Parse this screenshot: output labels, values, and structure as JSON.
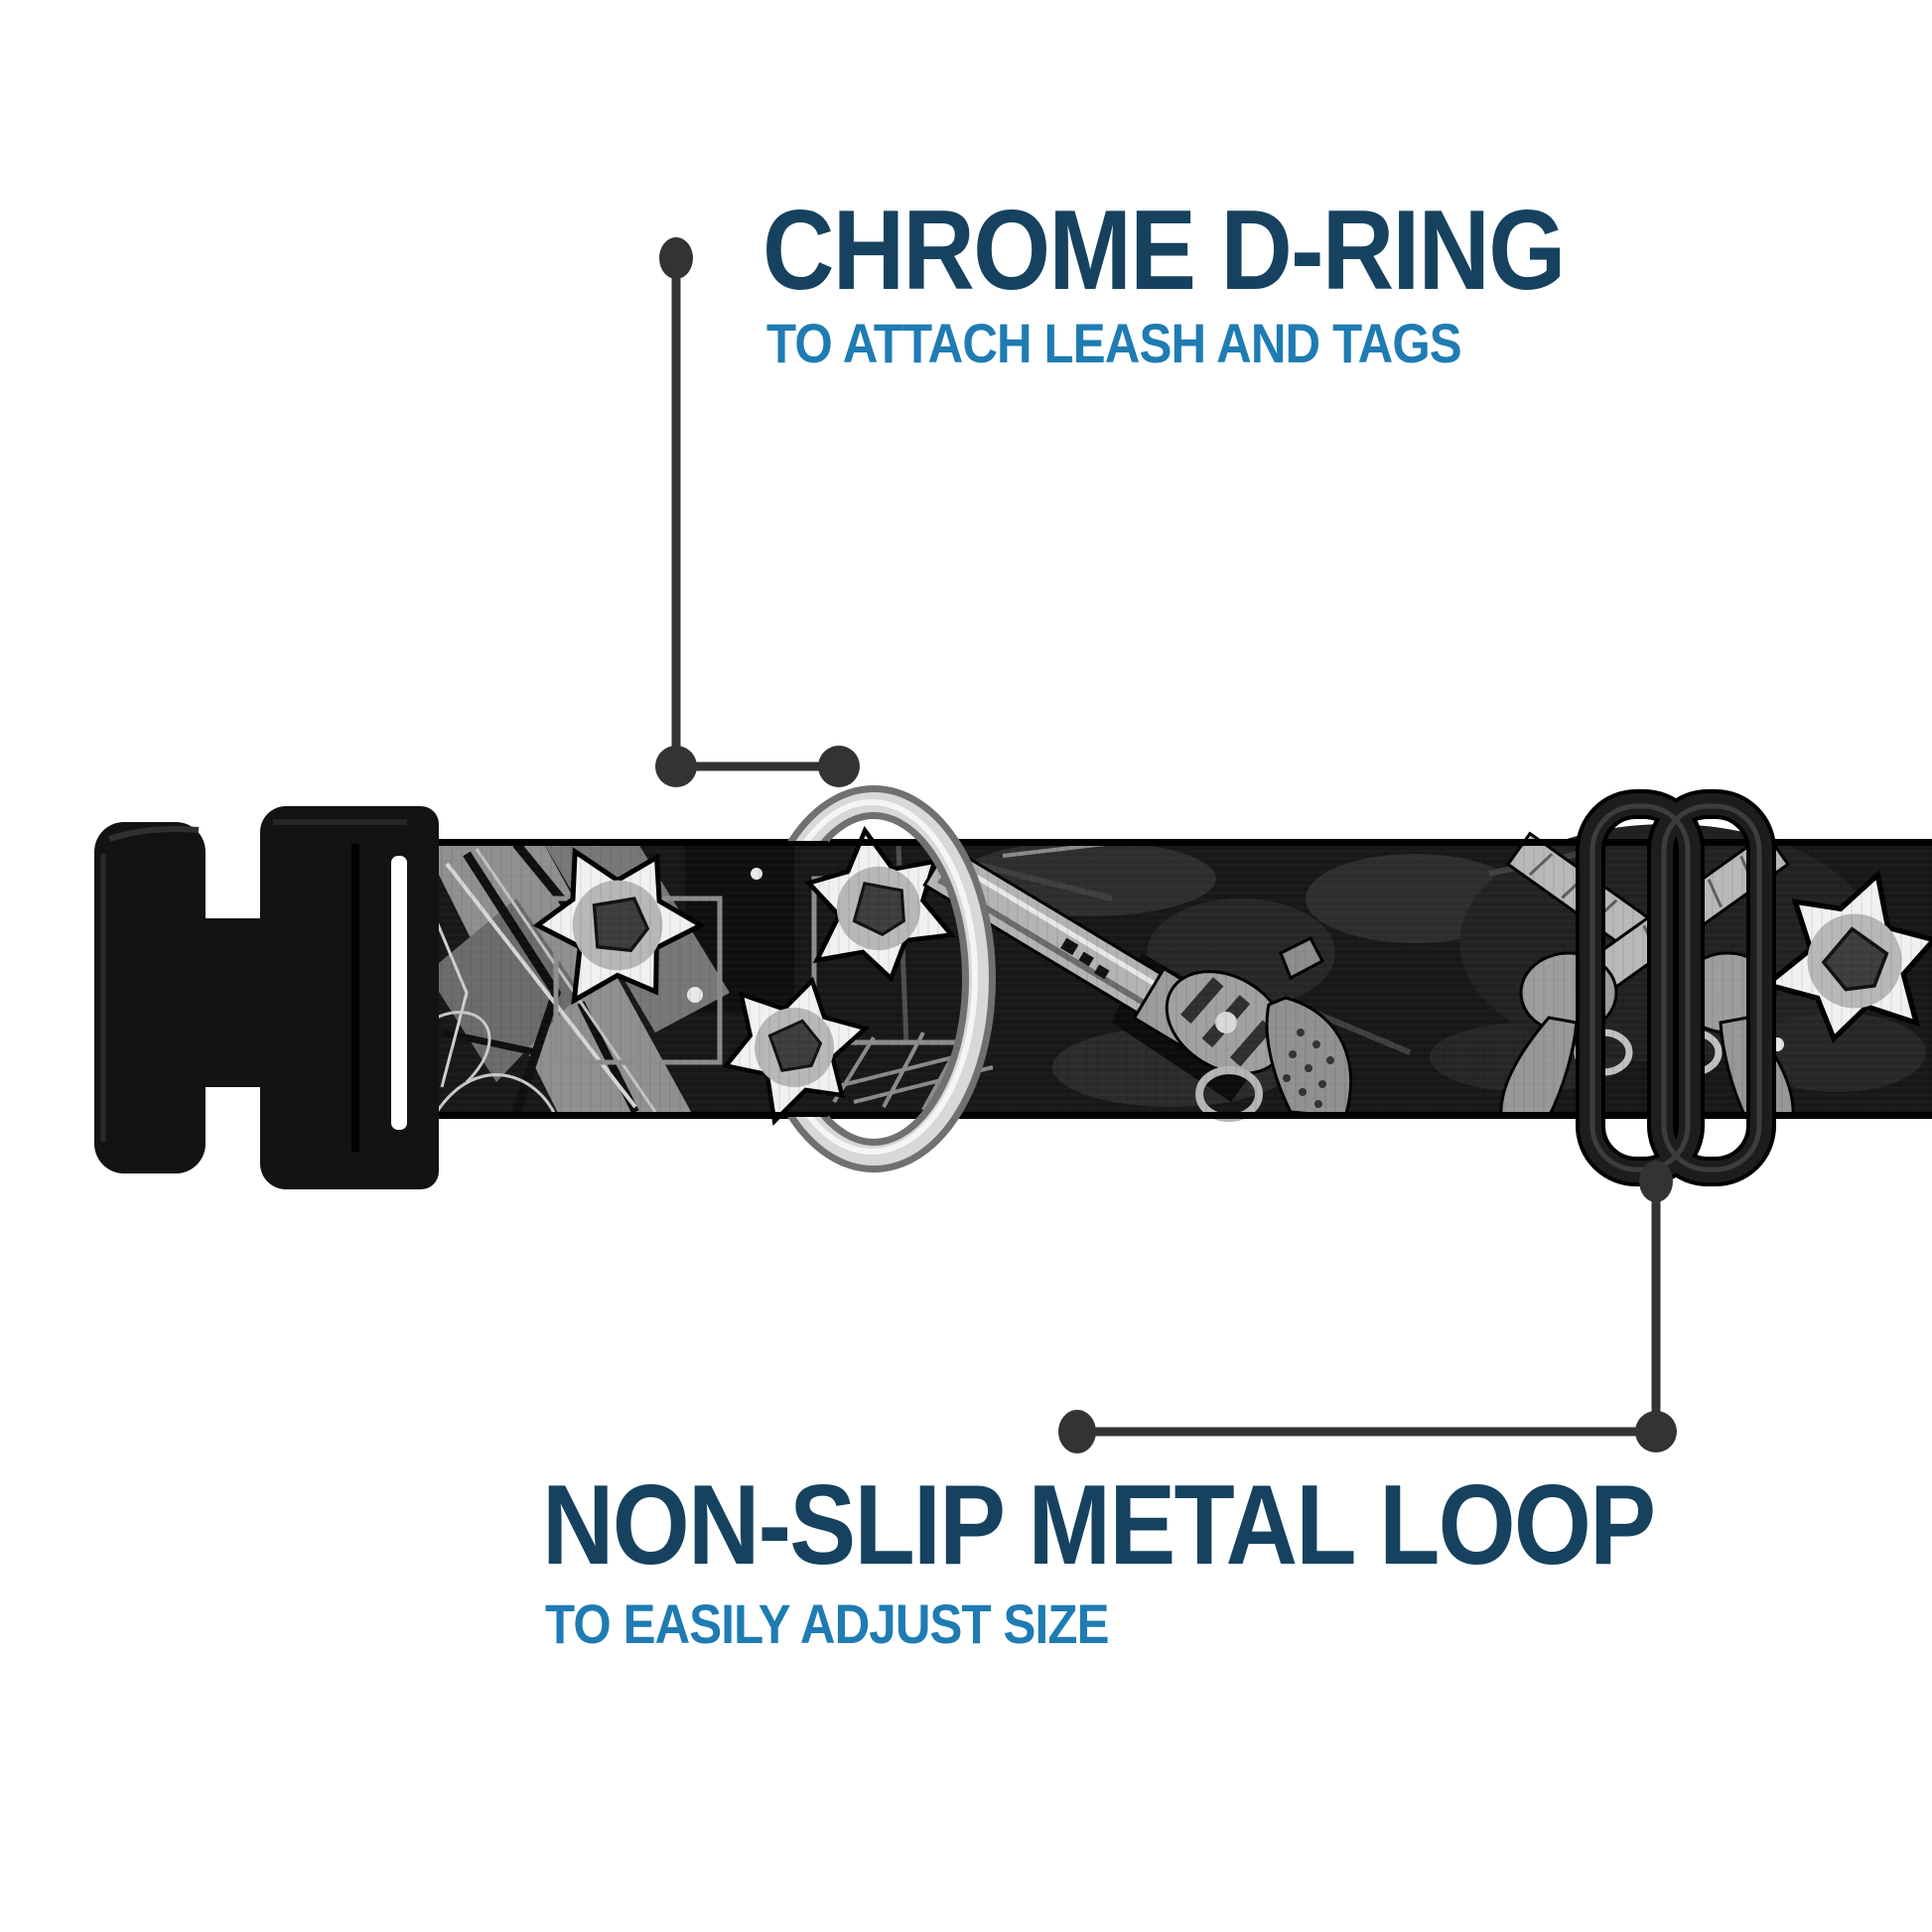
{
  "page": {
    "background_color": "#ffffff",
    "kind": "annotated product image",
    "product": "patterned dog collar with plastic buckle, chrome D-ring and metal slide loop"
  },
  "colors": {
    "title_text": "#16425f",
    "subtitle_text": "#1e7cb3",
    "callout_line": "#333333",
    "chrome": "#d8d8d8",
    "black_plastic": "#151515",
    "webbing_base": "#181818",
    "pattern_gray": "#8f8f8f",
    "bullet_hole_white": "#f1f1f1"
  },
  "annotations": {
    "top": {
      "title": "CHROME D-RING",
      "subtitle": "TO ATTACH LEASH AND TAGS",
      "points_to": "chrome-d-ring"
    },
    "bottom": {
      "title": "NON-SLIP METAL LOOP",
      "subtitle": "TO EASILY ADJUST SIZE",
      "points_to": "metal-slide-loop"
    }
  },
  "product_parts": [
    {
      "name": "side-release-buckle"
    },
    {
      "name": "patterned-webbing"
    },
    {
      "name": "chrome-d-ring"
    },
    {
      "name": "metal-slide-loop"
    }
  ]
}
